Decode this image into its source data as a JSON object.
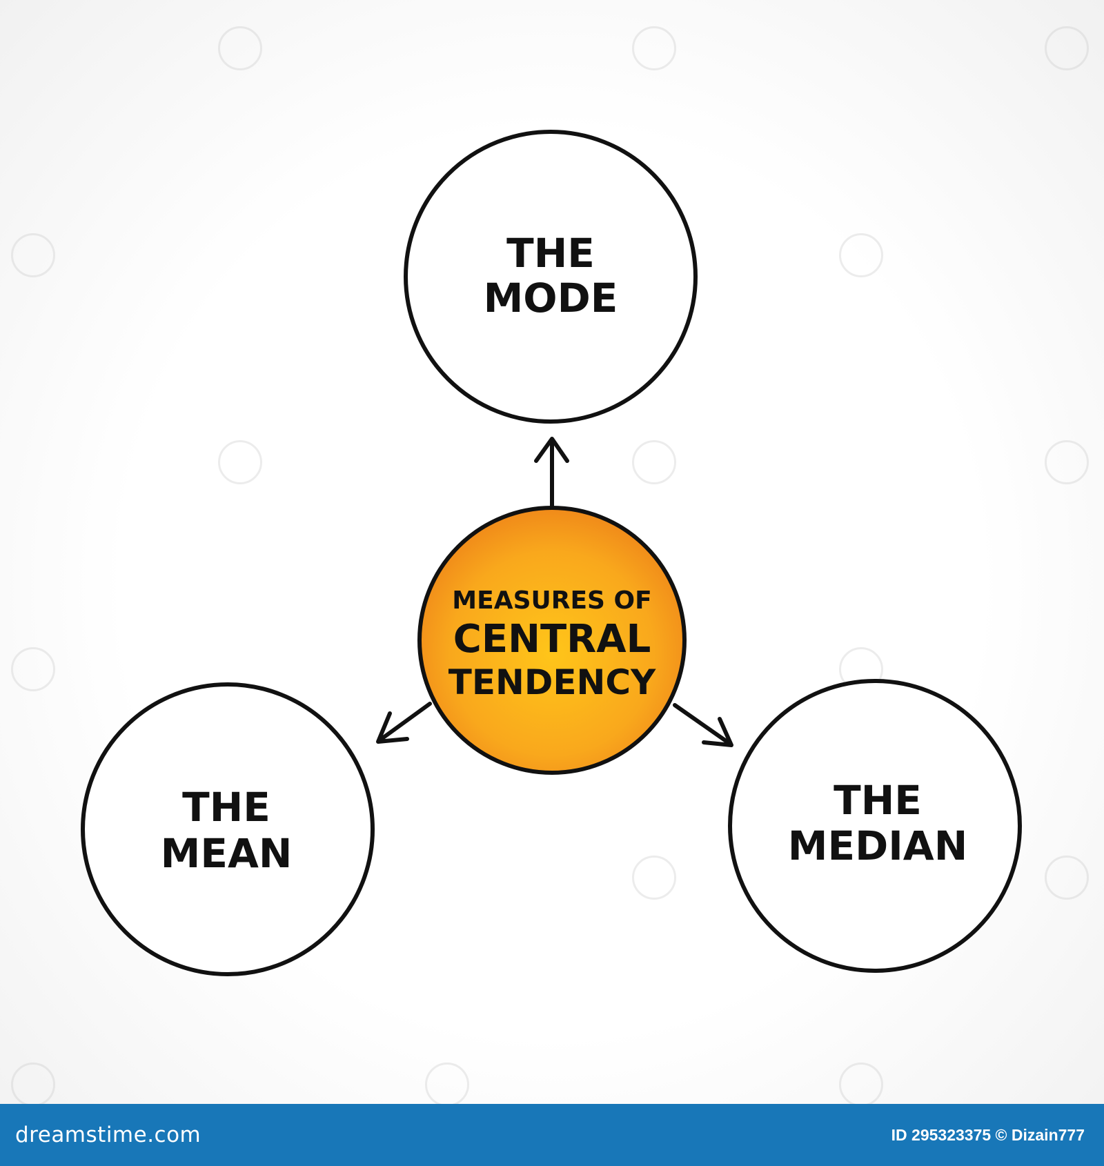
{
  "diagram": {
    "center": {
      "line1": "MEASURES OF",
      "line2": "CENTRAL",
      "line3": "TENDENCY",
      "fill_color": "#f7a21b"
    },
    "nodes": [
      {
        "id": "mode",
        "line1": "THE",
        "line2": "MODE"
      },
      {
        "id": "mean",
        "line1": "THE",
        "line2": "MEAN"
      },
      {
        "id": "median",
        "line1": "THE",
        "line2": "MEDIAN"
      }
    ]
  },
  "footer": {
    "brand": "dreamstime.com",
    "id_text": "ID 295323375 © Dizain777",
    "background_color": "#1877b8"
  }
}
